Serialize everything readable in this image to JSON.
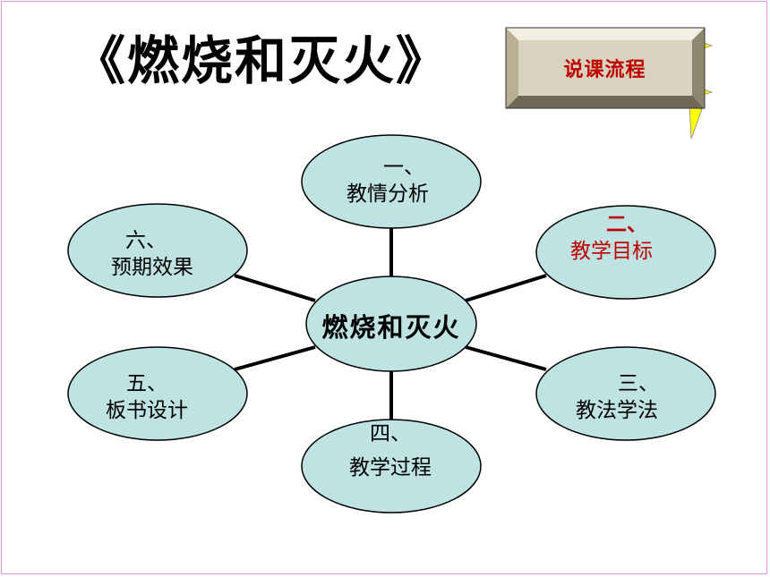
{
  "title": "《燃烧和灭火》",
  "badge": {
    "label": "说课流程"
  },
  "diagram": {
    "center": "燃烧和灭火",
    "nodes": [
      {
        "num": "一、",
        "label": "教情分析",
        "highlight": false
      },
      {
        "num": "二、",
        "label": "教学目标",
        "highlight": true
      },
      {
        "num": "三、",
        "label": "教法学法",
        "highlight": false
      },
      {
        "num": "四、",
        "label": "教学过程",
        "highlight": false
      },
      {
        "num": "五、",
        "label": "板书设计",
        "highlight": false
      },
      {
        "num": "六、",
        "label": "预期效果",
        "highlight": false
      }
    ]
  },
  "colors": {
    "node_fill": "#bfe3e3",
    "highlight_text": "#c00000",
    "badge_face": "#d9d2bf",
    "pennant": "#ffff00"
  }
}
